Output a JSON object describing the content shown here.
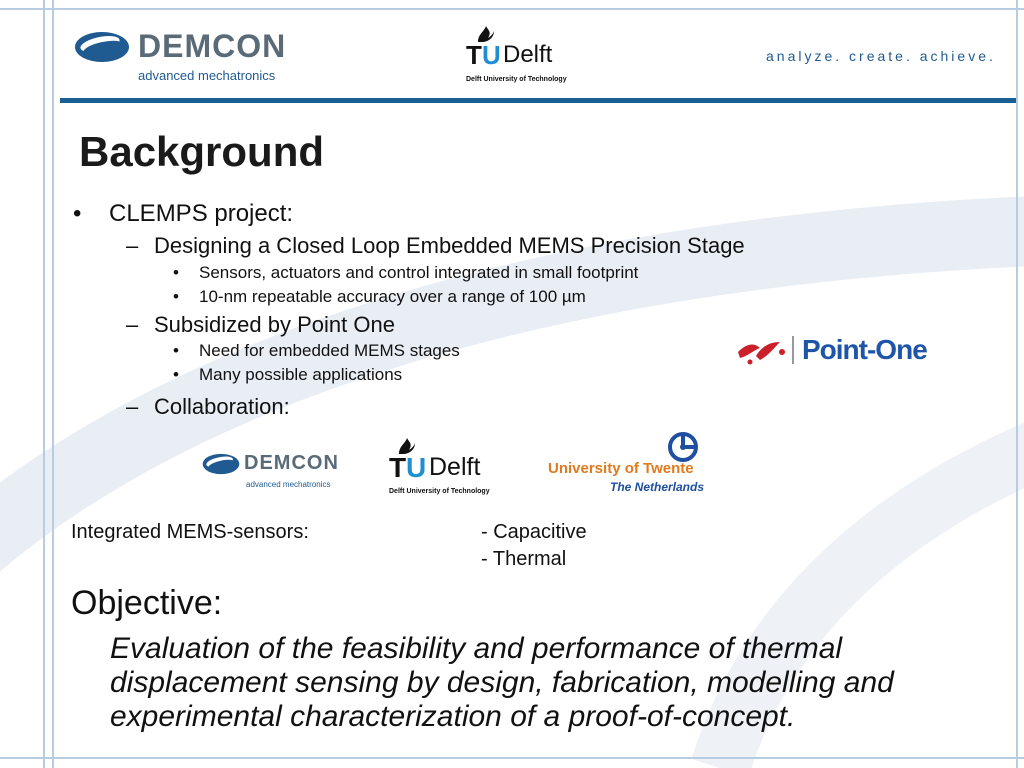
{
  "header": {
    "demcon_logo": {
      "name": "DEMCON",
      "tagline": "advanced mechatronics"
    },
    "tudelft_logo": {
      "t": "T",
      "u": "U",
      "delft": "Delft",
      "tagline": "Delft University of Technology"
    },
    "slogan": "analyze. create. achieve."
  },
  "slide": {
    "title": "Background",
    "bullets": [
      {
        "text": "CLEMPS project:",
        "children": [
          {
            "text": "Designing a Closed Loop Embedded MEMS Precision Stage",
            "children": [
              "Sensors, actuators and control integrated in small footprint",
              "10-nm repeatable accuracy over a range of 100 µm"
            ]
          },
          {
            "text": "Subsidized by Point One",
            "children": [
              "Need for embedded MEMS stages",
              "Many possible applications"
            ]
          },
          {
            "text": "Collaboration:",
            "children": []
          }
        ]
      }
    ],
    "bullet_mark": "•",
    "dash_mark": "–",
    "point_one_logo": "Point-One",
    "collaborators": {
      "demcon": {
        "name": "DEMCON",
        "tagline": "advanced mechatronics"
      },
      "tudelft": {
        "t": "T",
        "u": "U",
        "delft": "Delft",
        "tagline": "Delft University of Technology"
      },
      "utwente": {
        "name": "University of Twente",
        "country": "The Netherlands"
      }
    },
    "sensors": {
      "label": "Integrated MEMS-sensors:",
      "items": [
        "- Capacitive",
        "- Thermal"
      ]
    },
    "objective": {
      "heading": "Objective:",
      "text": "Evaluation of the feasibility and performance of thermal displacement sensing by design, fabrication, modelling and experimental characterization of a proof-of-concept."
    }
  },
  "colors": {
    "accent_blue": "#1a5e93",
    "frame_lines": "#b7cce0",
    "tu_blue": "#1f8fd1",
    "twente_orange": "#e07a1f"
  }
}
